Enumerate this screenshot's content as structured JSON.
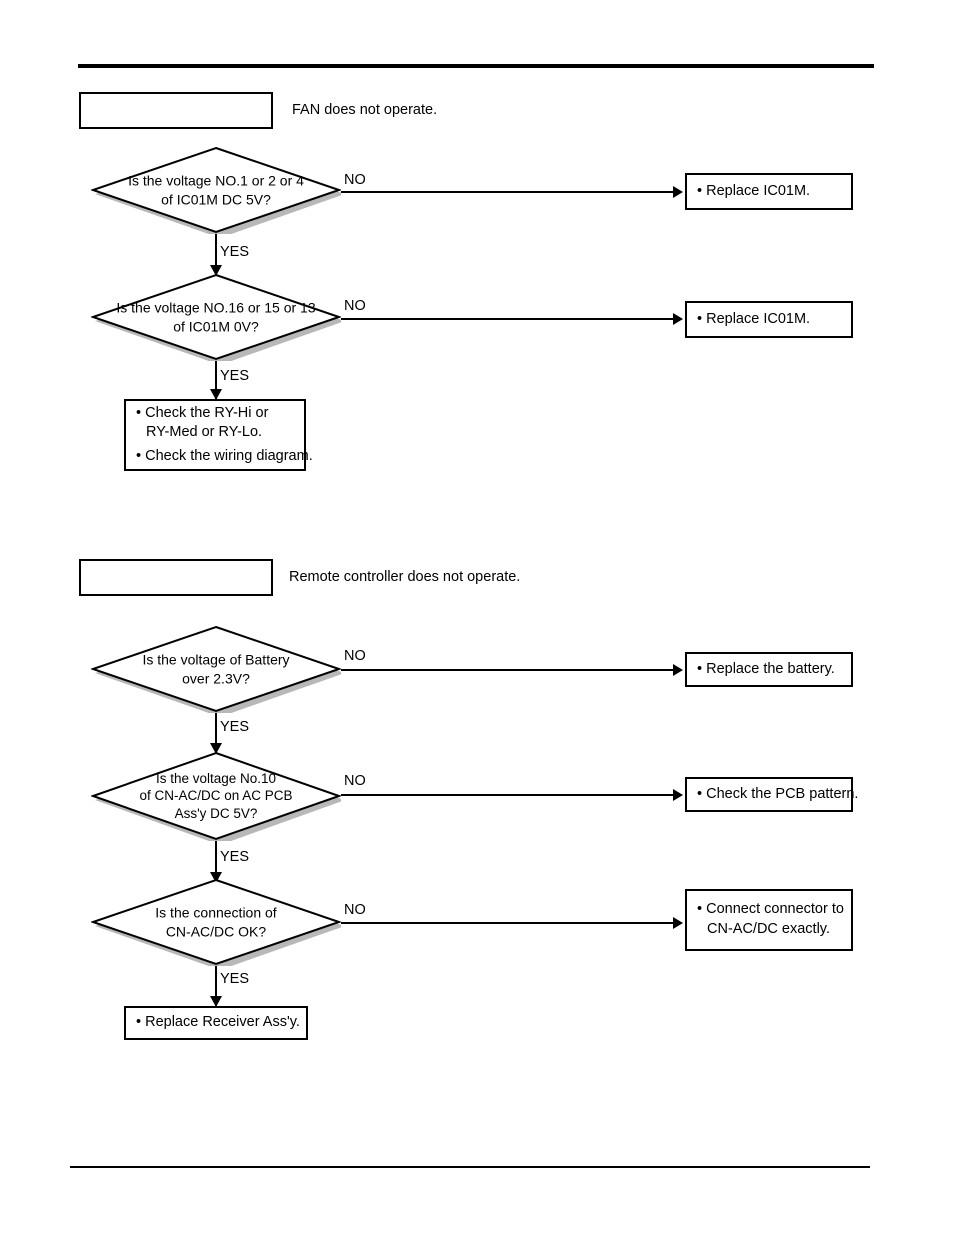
{
  "page": {
    "top_rule": true,
    "bottom_rule": true
  },
  "sections": [
    {
      "id": "fan-does-not-operate",
      "title_box_label": "",
      "caption": "FAN does not operate.",
      "decisions": [
        {
          "id": "ic01m-dc5v",
          "lines": [
            "Is the voltage NO.1 or 2 or 4",
            "of IC01M DC 5V?"
          ],
          "no_label": "NO",
          "yes_label": "YES"
        },
        {
          "id": "ic01m-0v",
          "lines": [
            "Is the voltage NO.16 or 15 or 13",
            "of IC01M 0V?"
          ],
          "no_label": "NO",
          "yes_label": "YES"
        }
      ],
      "no_results": [
        {
          "id": "replace-ic01m-1",
          "lines": [
            "• Replace IC01M."
          ]
        },
        {
          "id": "replace-ic01m-2",
          "lines": [
            "• Replace IC01M."
          ]
        }
      ],
      "final_result": {
        "id": "check-relays",
        "groups": [
          [
            "• Check the RY-Hi or",
            "RY-Med or RY-Lo."
          ],
          [
            "• Check the wiring diagram."
          ]
        ]
      }
    },
    {
      "id": "remote-controller-does-not-operate",
      "title_box_label": "",
      "caption": "Remote controller does not operate.",
      "decisions": [
        {
          "id": "battery-2v3",
          "lines": [
            "Is the voltage of Battery",
            "over 2.3V?"
          ],
          "no_label": "NO",
          "yes_label": "YES"
        },
        {
          "id": "cn-ac-dc-5v",
          "lines": [
            "Is the voltage No.10",
            "of CN-AC/DC on AC PCB",
            "Ass'y DC 5V?"
          ],
          "no_label": "NO",
          "yes_label": "YES"
        },
        {
          "id": "cn-ac-dc-connection",
          "lines": [
            "Is the connection of",
            "CN-AC/DC OK?"
          ],
          "no_label": "NO",
          "yes_label": "YES"
        }
      ],
      "no_results": [
        {
          "id": "replace-battery",
          "lines": [
            "• Replace the battery."
          ]
        },
        {
          "id": "check-pcb-pattern",
          "lines": [
            "• Check the PCB pattern."
          ]
        },
        {
          "id": "connect-connector",
          "lines": [
            "• Connect connector to",
            "CN-AC/DC exactly."
          ]
        }
      ],
      "final_result": {
        "id": "replace-receiver",
        "groups": [
          [
            "• Replace Receiver Ass'y."
          ]
        ]
      }
    }
  ],
  "colors": {
    "ink": "#000000",
    "shadow": "#b8b8b8",
    "paper": "#ffffff"
  }
}
